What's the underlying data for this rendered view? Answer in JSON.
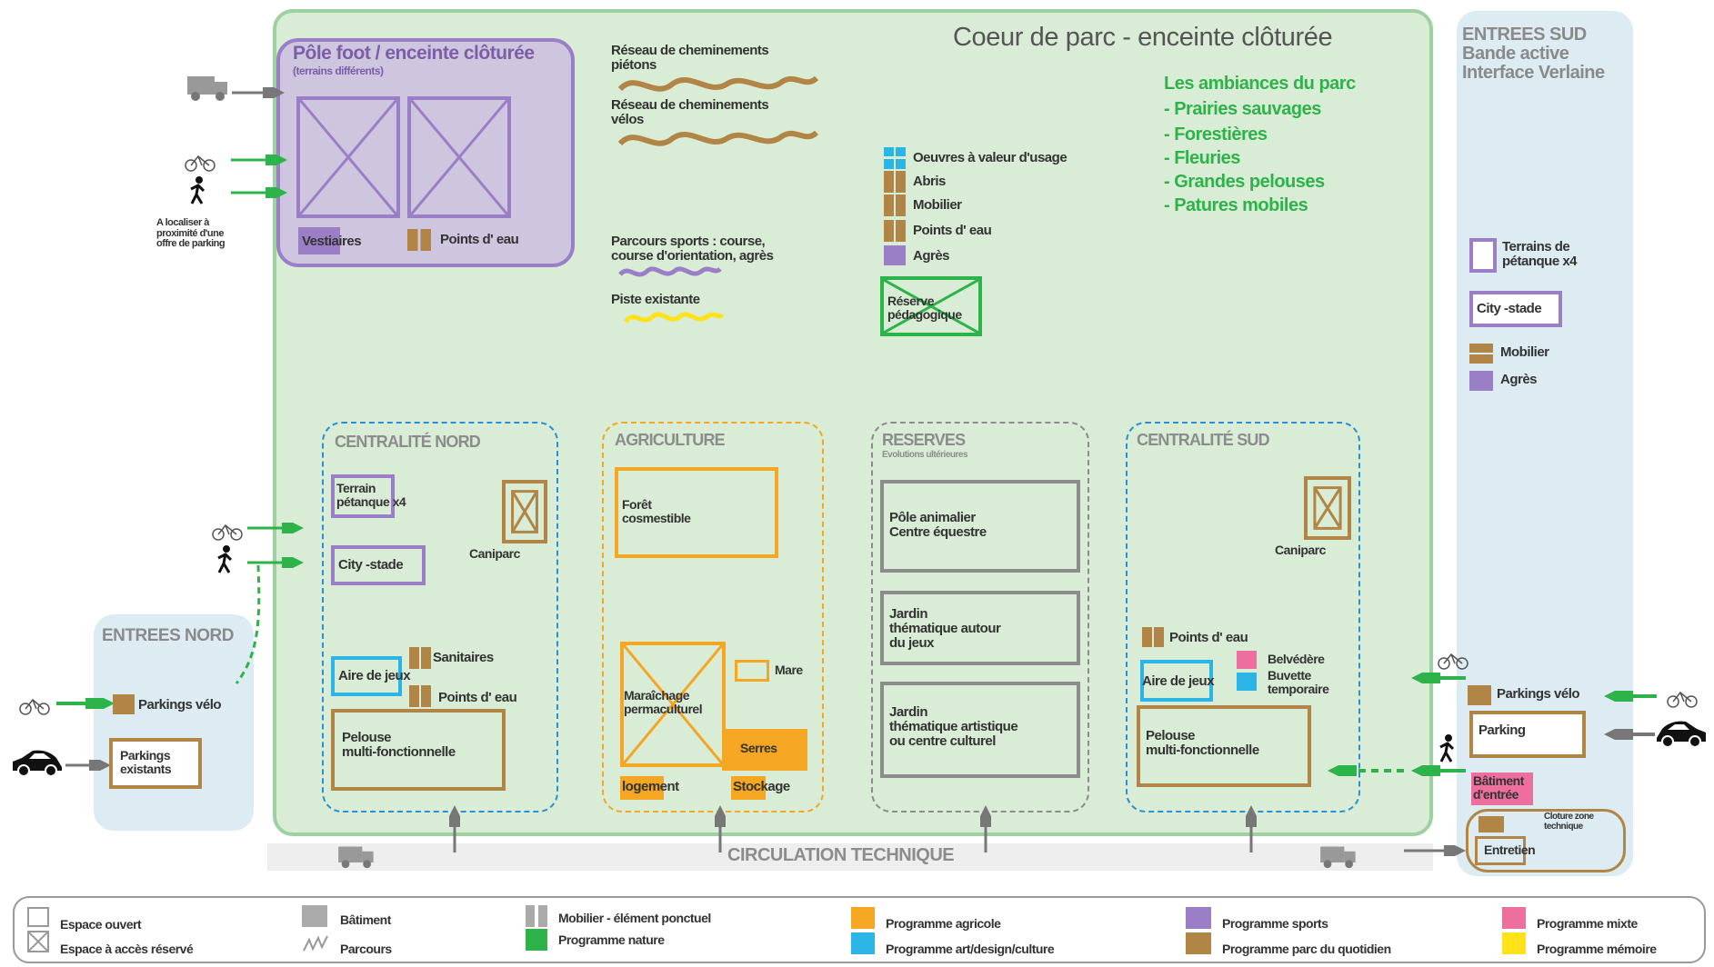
{
  "colors": {
    "park_fill": "#d9ecd6",
    "park_border": "#9dd1a2",
    "side_fill": "#dcecf2",
    "purple": "#9b7fc6",
    "purple_fill": "#cec5de",
    "brown": "#b08545",
    "orange": "#f5a623",
    "grey": "#8c8c8c",
    "cyan": "#2bb5e6",
    "green": "#2eb34a",
    "pink": "#ec6f9d",
    "yellow": "#ffe21a",
    "circulation": "#eeeeee"
  },
  "park": {
    "title": "Coeur de parc - enceinte clôturée"
  },
  "pole_foot": {
    "title": "Pôle foot / enceinte clôturée",
    "subtitle": "(terrains différents)",
    "vestiaires": "Vestiaires",
    "points_eau": "Points d' eau"
  },
  "left_access": {
    "note": "A localiser à\nproximité d'une\noffre de parking"
  },
  "cheminements": {
    "pietons": "Réseau de cheminements\npiétons",
    "velos": "Réseau de cheminements\nvélos",
    "sports": "Parcours sports : course,\ncourse d'orientation, agrès",
    "piste": "Piste existante"
  },
  "mobilier_legend": {
    "oeuvres": "Oeuvres à valeur d'usage",
    "abris": "Abris",
    "mobilier": "Mobilier",
    "points_eau": "Points d' eau",
    "agres": "Agrès",
    "reserve": "Réserve\npédagogique"
  },
  "ambiances": {
    "title": "Les ambiances du parc",
    "items": [
      "- Prairies sauvages",
      "- Forestières",
      "- Fleuries",
      "- Grandes pelouses",
      "- Patures mobiles"
    ]
  },
  "entrees_sud": {
    "title": "ENTREES SUD\nBande active\nInterface Verlaine",
    "petanque": "Terrains de\npétanque x4",
    "city_stade": "City -stade",
    "mobilier": "Mobilier",
    "agres": "Agrès",
    "parkings_velo": "Parkings vélo",
    "parking": "Parking",
    "batiment": "Bâtiment\nd'entrée",
    "cloture": "Cloture zone\ntechnique",
    "entretien": "Entretien"
  },
  "centralite_nord": {
    "title": "CENTRALITÉ NORD",
    "petanque": "Terrain\npétanque x4",
    "city_stade": "City -stade",
    "caniparc": "Caniparc",
    "sanitaires": "Sanitaires",
    "aire_jeux": "Aire de jeux",
    "points_eau": "Points d' eau",
    "pelouse": "Pelouse\nmulti-fonctionnelle"
  },
  "agriculture": {
    "title": "AGRICULTURE",
    "foret": "Forêt\ncosmestible",
    "maraichage": "Maraîchage\npermaculturel",
    "mare": "Mare",
    "serres": "Serres",
    "logement": "logement",
    "stockage": "Stockage"
  },
  "reserves": {
    "title": "RESERVES",
    "subtitle": "Evolutions ultérieures",
    "pole": "Pôle animalier\nCentre équestre",
    "jardin1": "Jardin\nthématique autour\ndu jeux",
    "jardin2": "Jardin\nthématique artistique\nou centre culturel"
  },
  "centralite_sud": {
    "title": "CENTRALITÉ SUD",
    "caniparc": "Caniparc",
    "points_eau": "Points d' eau",
    "aire_jeux": "Aire de jeux",
    "belvedere": "Belvédère",
    "buvette": "Buvette\ntemporaire",
    "pelouse": "Pelouse\nmulti-fonctionnelle"
  },
  "entrees_nord": {
    "title": "ENTREES NORD",
    "parkings_velo": "Parkings vélo",
    "parkings_existants": "Parkings\nexistants"
  },
  "circulation": {
    "label": "CIRCULATION TECHNIQUE"
  },
  "legend": {
    "espace_ouvert": "Espace ouvert",
    "espace_reserve": "Espace à accès réservé",
    "batiment": "Bâtiment",
    "parcours": "Parcours",
    "mobilier": "Mobilier - élément ponctuel",
    "nature": "Programme nature",
    "agricole": "Programme agricole",
    "art": "Programme art/design/culture",
    "sports": "Programme sports",
    "quotidien": "Programme parc du quotidien",
    "mixte": "Programme mixte",
    "memoire": "Programme mémoire"
  }
}
